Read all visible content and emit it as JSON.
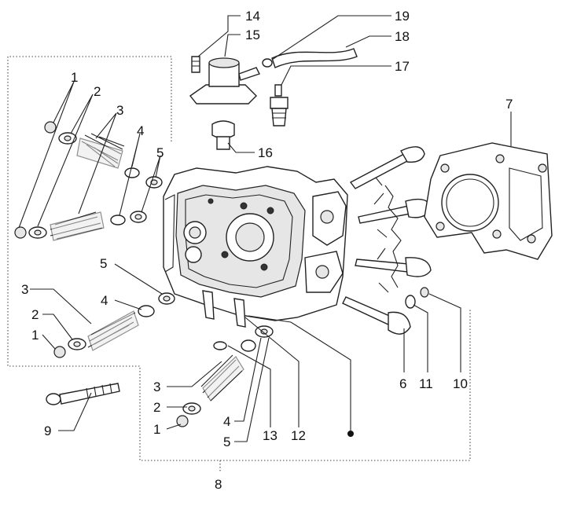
{
  "diagram": {
    "labels": {
      "p1a": "1",
      "p2a": "2",
      "p3a": "3",
      "p4a": "4",
      "p5a": "5",
      "p5b": "5",
      "p3b": "3",
      "p4b": "4",
      "p2b": "2",
      "p1b": "1",
      "p9": "9",
      "p3c": "3",
      "p2c": "2",
      "p1c": "1",
      "p4c": "4",
      "p5c": "5",
      "p13": "13",
      "p12": "12",
      "p8": "8",
      "p14": "14",
      "p15": "15",
      "p16": "16",
      "p17": "17",
      "p18": "18",
      "p19": "19",
      "p7": "7",
      "p6": "6",
      "p11": "11",
      "p10": "10"
    }
  }
}
